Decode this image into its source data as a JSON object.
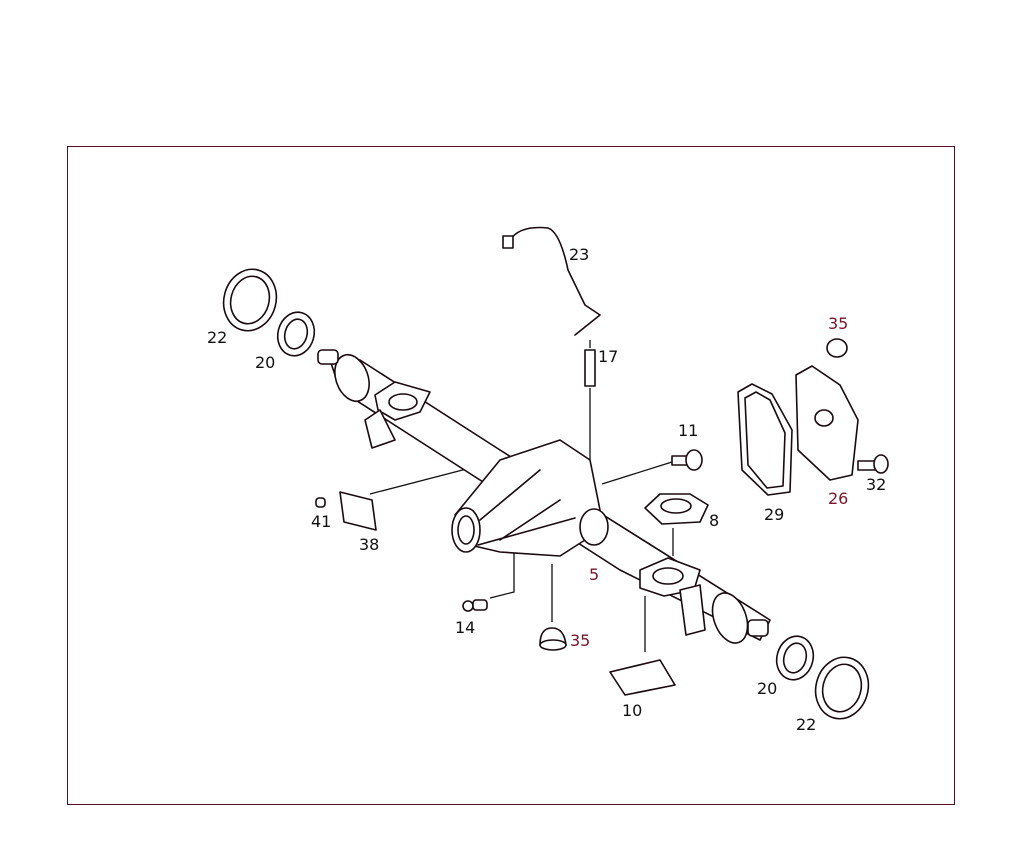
{
  "diagram": {
    "labels": {
      "p22a": "22",
      "p20a": "20",
      "p23": "23",
      "p17": "17",
      "p35a": "35",
      "p11": "11",
      "p29": "29",
      "p26": "26",
      "p32": "32",
      "p8": "8",
      "p41": "41",
      "p38": "38",
      "p5": "5",
      "p14": "14",
      "p35b": "35",
      "p10": "10",
      "p20b": "20",
      "p22b": "22"
    },
    "colors": {
      "frame": "#5a1020",
      "line": "#1a0a0e",
      "accent_label": "#7a1428"
    }
  }
}
